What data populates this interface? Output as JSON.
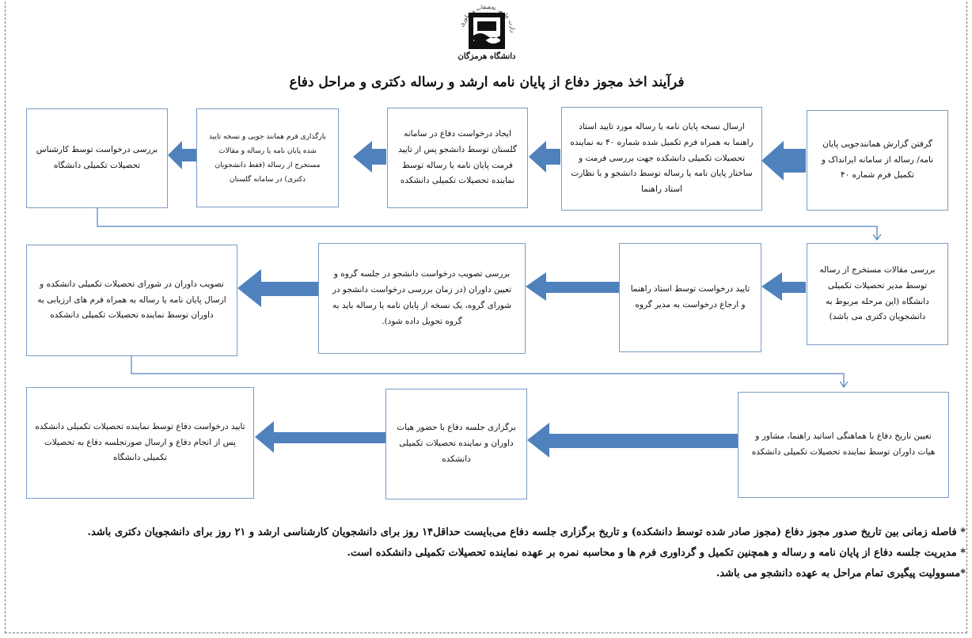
{
  "header": {
    "university_name": "دانشگاه هرمزگان",
    "logo_arc_text": "وزارت علوم، تحقیقات و فناوری"
  },
  "title": "فرآیند اخذ مجوز دفاع از پایان نامه ارشد و رساله دکتری و مراحل دفاع",
  "rows": [
    {
      "boxes": [
        {
          "text": "گرفتن گزارش همانندجویی پایان نامه/ رساله از سامانه ایرانداک و تکمیل فرم شماره ۴۰"
        },
        {
          "text": "ارسال نسخه پایان نامه یا رساله مورد تایید استاد راهنما به همراه فرم تکمیل شده شماره ۴۰ به نماینده تحصیلات تکمیلی دانشکده جهت بررسی فرمت و ساختار پایان نامه یا رساله توسط دانشجو و با نظارت استاد راهنما"
        },
        {
          "text": "ایجاد درخواست دفاع در سامانه گلستان توسط دانشجو پس از تایید فرمت پایان نامه یا رساله توسط نماینده تحصیلات تکمیلی دانشکده"
        },
        {
          "text": "بارگذاری فرم همانند جویی و نسخه تایید شده پایان نامه یا رساله و مقالات مستخرج از رساله (فقط دانشجویان دکتری) در سامانه گلستان"
        },
        {
          "text": "بررسی درخواست توسط کارشناس تحصیلات تکمیلی دانشگاه"
        }
      ]
    },
    {
      "boxes": [
        {
          "text": "بررسی مقالات مستخرج از رساله توسط مدیر تحصیلات تکمیلی دانشگاه (این مرحله مربوط به دانشجویان دکتری می باشد)"
        },
        {
          "text": "تایید درخواست توسط استاد راهنما و ارجاع درخواست به مدیر گروه"
        },
        {
          "text": "بررسی تصویب درخواست دانشجو در جلسه گروه و تعیین داوران (در زمان بررسی درخواست دانشجو در شورای گروه، یک نسخه از پایان نامه یا رساله باید به گروه تحویل داده شود)."
        },
        {
          "text": "تصویب داوران در شورای تحصیلات تکمیلی دانشکده و ارسال پایان نامه یا رساله به همراه فرم های ارزیابی به داوران توسط نماینده تحصیلات تکمیلی دانشکده"
        }
      ]
    },
    {
      "boxes": [
        {
          "text": "تعیین تاریخ دفاع با هماهنگی اساتید راهنما، مشاور و هیات داوران توسط نماینده تحصیلات تکمیلی دانشکده"
        },
        {
          "text": "برگزاری جلسه دفاع با حضور هیات داوران و نماینده تحصیلات تکمیلی دانشکده"
        },
        {
          "text": "تایید درخواست دفاع توسط نماینده تحصیلات تکمیلی دانشکده پس از انجام دفاع و ارسال صورتجلسه دفاع به تحصیلات تکمیلی دانشگاه"
        }
      ]
    }
  ],
  "notes": [
    "* فاصله زمانی بین تاریخ صدور مجوز دفاع (مجوز صادر شده توسط دانشکده) و تاریخ برگزاری جلسه دفاع می‌بایست حداقل۱۴ روز برای دانشجویان کارشناسی ارشد و ۲۱ روز برای دانشجویان دکتری باشد.",
    "* مدیریت جلسه دفاع از پایان نامه و رساله و همچنین تکمیل و گرداوری فرم ها و محاسبه نمره بر عهده نماینده تحصیلات تکمیلی دانشکده است.",
    "*مسوولیت پیگیری تمام مراحل به عهده دانشجو می باشد."
  ],
  "colors": {
    "arrow_fill": "#4f81bd",
    "box_border": "#7a9cc6",
    "connector": "#4f81bd"
  }
}
